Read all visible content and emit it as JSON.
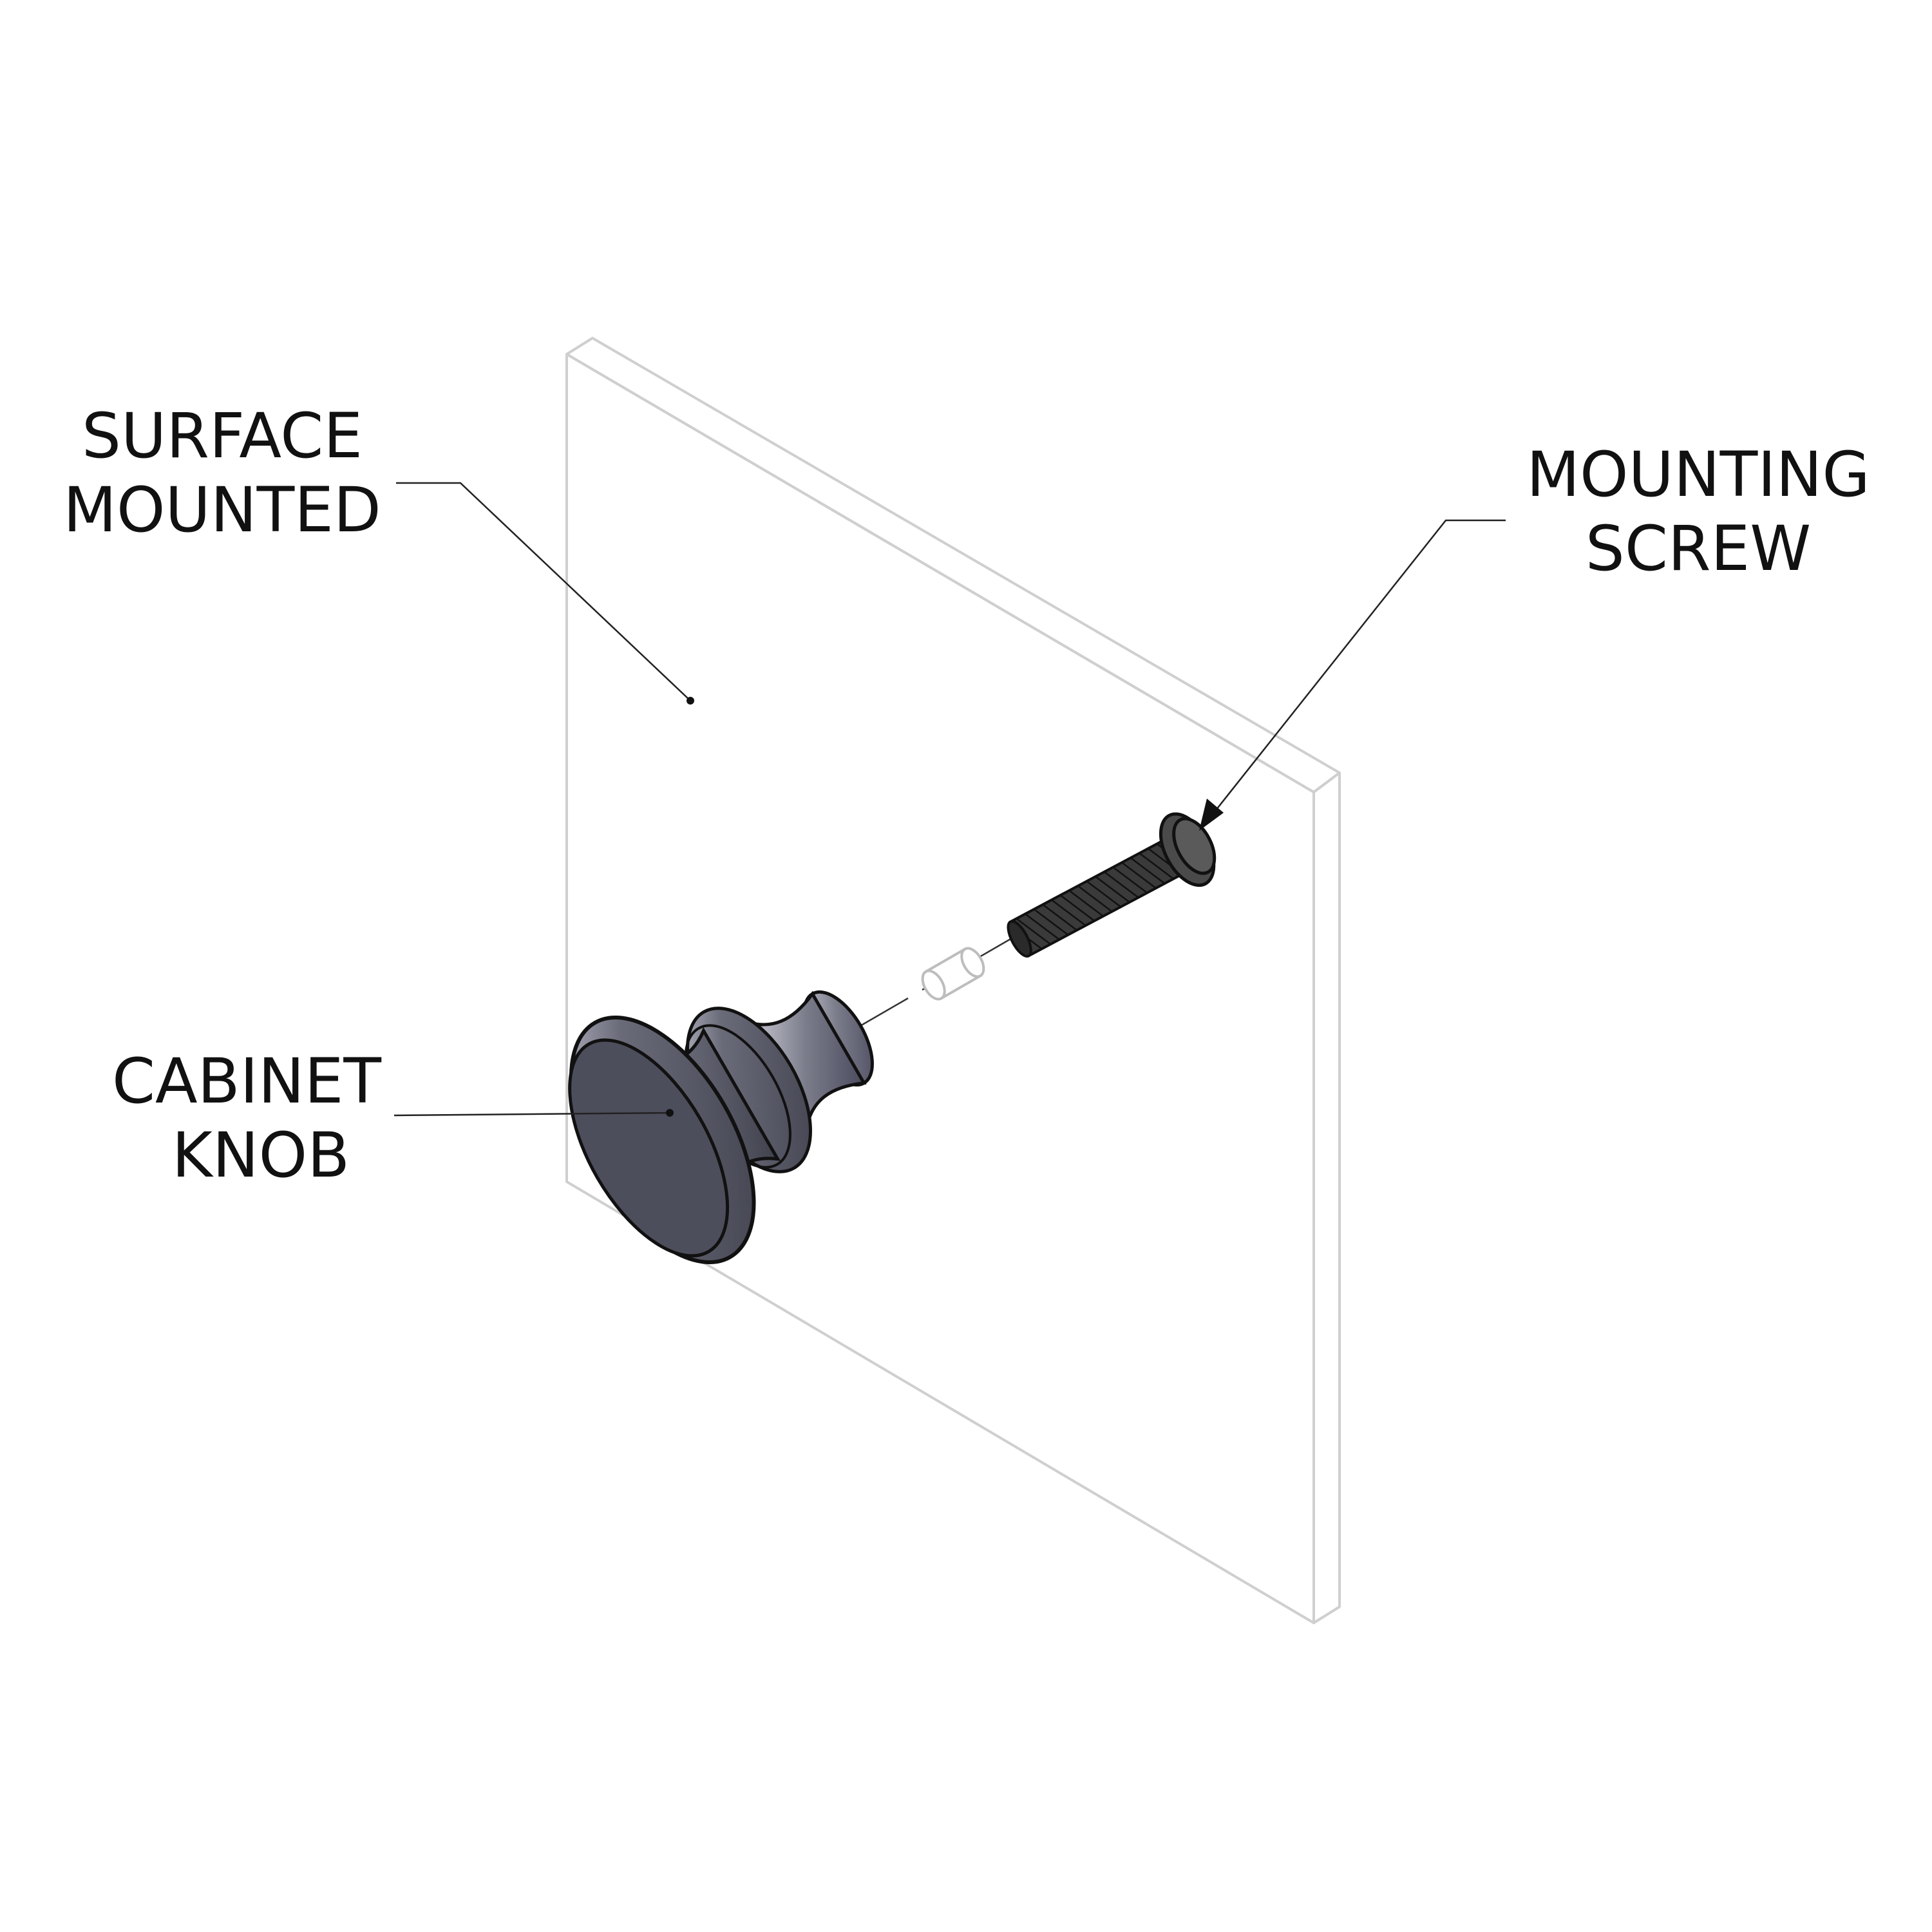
{
  "callouts": {
    "surface_mounted": [
      "SURFACE",
      "MOUNTED"
    ],
    "mounting_screw": [
      "MOUNTING",
      "SCREW"
    ],
    "cabinet_knob": [
      "CABINET",
      "KNOB"
    ]
  },
  "colors": {
    "background": "#ffffff",
    "panel_outline": "#cfcfcf",
    "knob_body": "#4d4e5c",
    "knob_highlight": "#c9cad6",
    "screw_body": "#3c3c3c",
    "leader_line": "#222222",
    "label_text": "#111111"
  }
}
